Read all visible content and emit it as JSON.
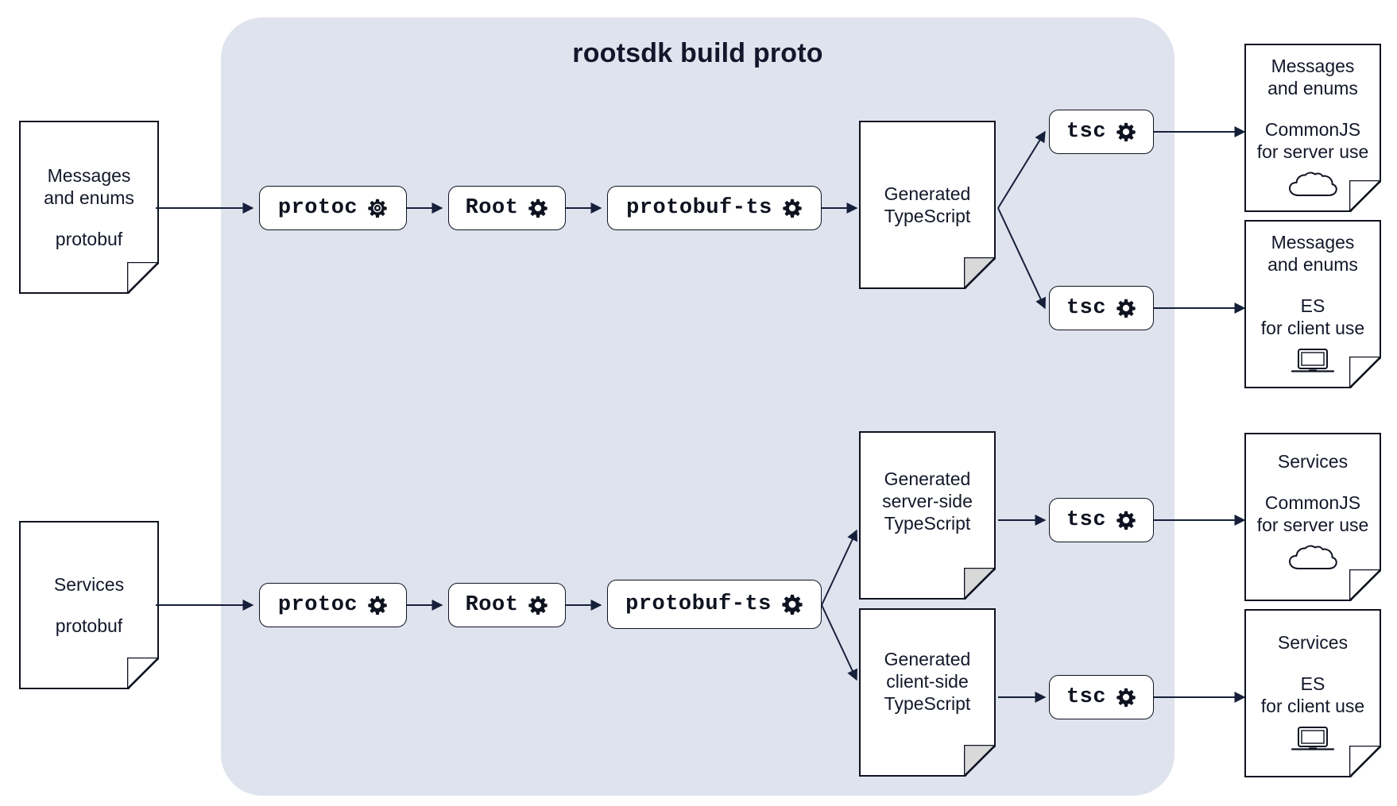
{
  "diagram": {
    "title": "rootsdk build proto",
    "panel_color": "#dfe3ee",
    "stroke_color": "#0f1320"
  },
  "sources": [
    {
      "id": "src-messages",
      "name": "source-messages-document",
      "line1": "Messages",
      "line2": "and enums",
      "line3": "protobuf"
    },
    {
      "id": "src-services",
      "name": "source-services-document",
      "line1": "Services",
      "line2": "",
      "line3": "protobuf"
    }
  ],
  "pipeline_top": {
    "protoc": "protoc",
    "root": "Root",
    "protobuf_ts": "protobuf-ts",
    "generated": {
      "line1": "Generated",
      "line2": "TypeScript"
    },
    "tsc_server": "tsc",
    "tsc_client": "tsc"
  },
  "pipeline_bottom": {
    "protoc": "protoc",
    "root": "Root",
    "protobuf_ts": "protobuf-ts",
    "generated_server": {
      "line1": "Generated",
      "line2": "server-side",
      "line3": "TypeScript"
    },
    "generated_client": {
      "line1": "Generated",
      "line2": "client-side",
      "line3": "TypeScript"
    },
    "tsc_server": "tsc",
    "tsc_client": "tsc"
  },
  "outputs": [
    {
      "id": "out-msg-cjs",
      "name": "output-messages-commonjs-document",
      "line1": "Messages",
      "line2": "and enums",
      "line3": "CommonJS",
      "line4": "for server use",
      "icon": "cloud-icon"
    },
    {
      "id": "out-msg-es",
      "name": "output-messages-es-document",
      "line1": "Messages",
      "line2": "and enums",
      "line3": "ES",
      "line4": "for client use",
      "icon": "laptop-icon"
    },
    {
      "id": "out-svc-cjs",
      "name": "output-services-commonjs-document",
      "line1": "Services",
      "line2": "",
      "line3": "CommonJS",
      "line4": "for server use",
      "icon": "cloud-icon"
    },
    {
      "id": "out-svc-es",
      "name": "output-services-es-document",
      "line1": "Services",
      "line2": "",
      "line3": "ES",
      "line4": "for client use",
      "icon": "laptop-icon"
    }
  ]
}
